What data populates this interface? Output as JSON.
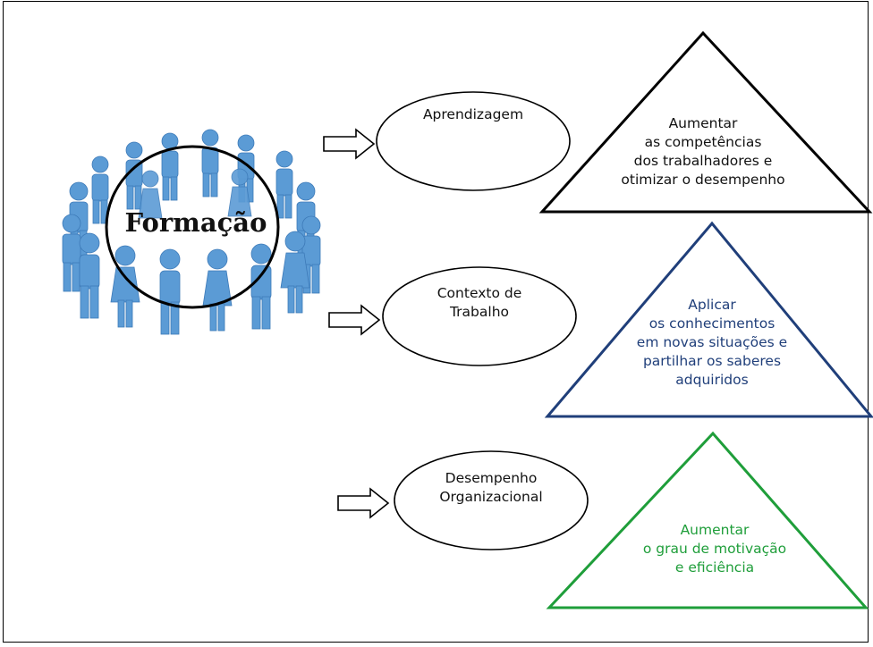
{
  "central": {
    "label": "Formação",
    "icon": "people-circle-icon"
  },
  "stages": [
    {
      "label_lines": [
        "Aprendizagem"
      ],
      "triangle_lines": [
        "Aumentar",
        "as competências",
        "dos trabalhadores e",
        "otimizar o desempenho"
      ],
      "color": "#000000"
    },
    {
      "label_lines": [
        "Contexto de",
        "Trabalho"
      ],
      "triangle_lines": [
        "Aplicar",
        "os conhecimentos",
        "em novas situações e",
        "partilhar os saberes",
        "adquiridos"
      ],
      "color": "#203f7a"
    },
    {
      "label_lines": [
        "Desempenho",
        "Organizacional"
      ],
      "triangle_lines": [
        "Aumentar",
        "o grau de motivação",
        "e  eficiência"
      ],
      "color": "#1f9e3a"
    }
  ]
}
